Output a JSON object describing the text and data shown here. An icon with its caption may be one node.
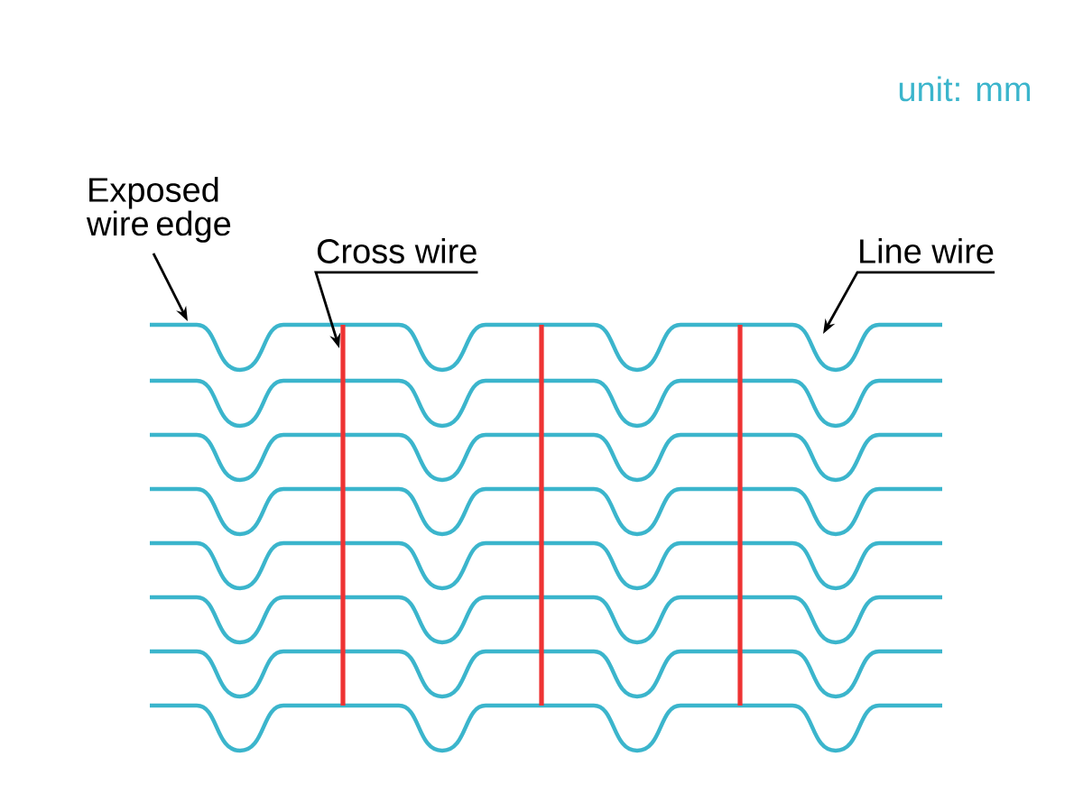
{
  "diagram": {
    "nodes": [
      {
        "text": [
          "Exposed wire edge"
        ]
      },
      {
        "text": [
          "Cross wire"
        ]
      },
      {
        "text": [
          "Line wire"
        ]
      }
    ],
    "edges": [
      {
        "from": 0,
        "to": null,
        "arrow": "to"
      },
      {
        "from": 1,
        "to": null,
        "arrow": "to"
      },
      {
        "from": 2,
        "to": null,
        "arrow": "to"
      }
    ],
    "labels": [
      "unit: mm"
    ]
  }
}
